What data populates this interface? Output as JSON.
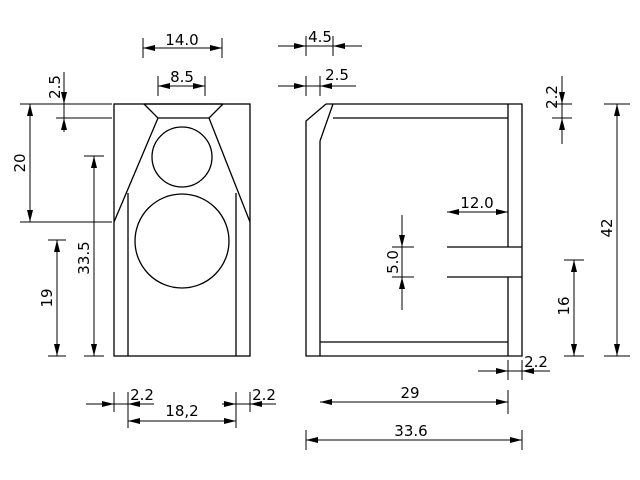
{
  "drawing": {
    "front_view": {
      "dims": {
        "top_width": "14.0",
        "top_inner_width": "8.5",
        "top_step": "2.5",
        "upper_height": "20",
        "inner_height": "33.5",
        "lower_height": "19",
        "left_wall": "2.2",
        "inner_width": "18,2",
        "right_wall": "2.2"
      }
    },
    "side_view": {
      "dims": {
        "front_offset": "4.5",
        "front_chamfer": "2.5",
        "top_wall": "2.2",
        "total_height": "42",
        "port_depth": "12.0",
        "port_height": "5.0",
        "lower_height": "16",
        "back_wall": "2.2",
        "inner_depth": "29",
        "total_depth": "33.6"
      }
    }
  }
}
